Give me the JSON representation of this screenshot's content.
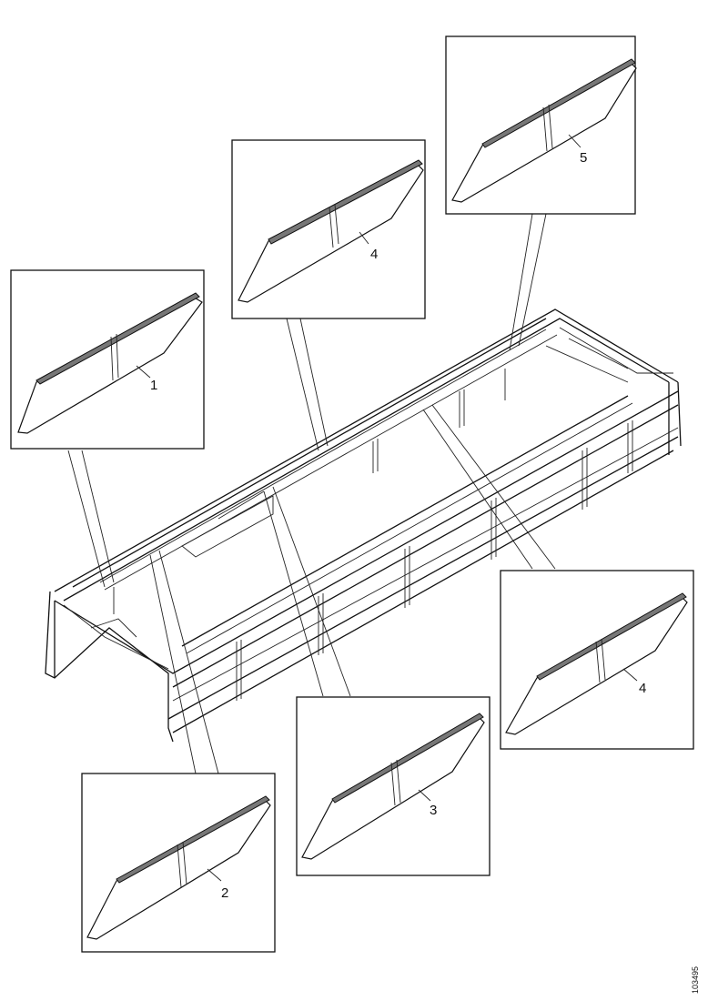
{
  "callouts": [
    {
      "label": "1"
    },
    {
      "label": "4"
    },
    {
      "label": "5"
    },
    {
      "label": "4"
    },
    {
      "label": "3"
    },
    {
      "label": "2"
    }
  ],
  "drawing_ref": "103495"
}
